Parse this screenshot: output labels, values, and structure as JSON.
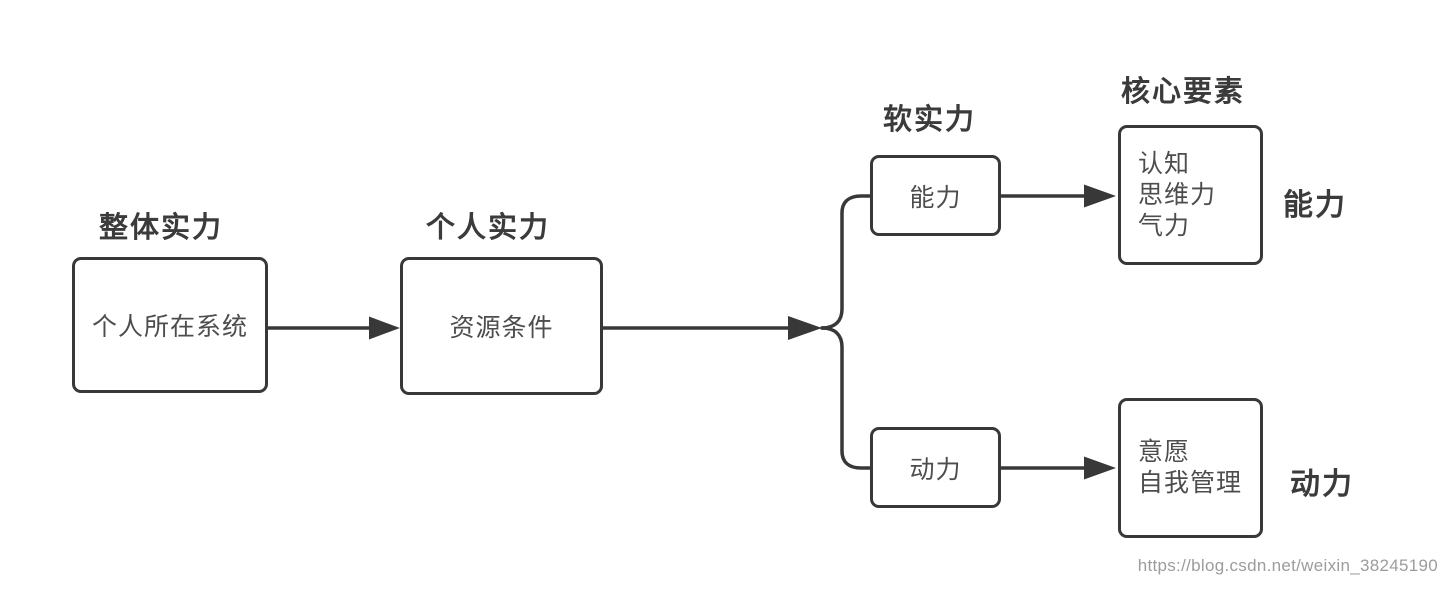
{
  "titles": {
    "overall_strength": "整体实力",
    "personal_strength": "个人实力",
    "soft_strength": "软实力",
    "core_elements": "核心要素"
  },
  "nodes": {
    "system": "个人所在系统",
    "resources": "资源条件",
    "ability": "能力",
    "core_elements": "认知\n思维力\n气力",
    "motivation": "动力",
    "willingness": "意愿\n自我管理"
  },
  "side_labels": {
    "ability": "能力",
    "motivation": "动力"
  },
  "watermark": "https://blog.csdn.net/weixin_38245190",
  "colors": {
    "stroke": "#383838",
    "node_border": "#383838",
    "node_text": "#4d4d4d",
    "title_text": "#3b3b3b",
    "watermark_text": "#9c9c9c",
    "background": "#ffffff"
  }
}
